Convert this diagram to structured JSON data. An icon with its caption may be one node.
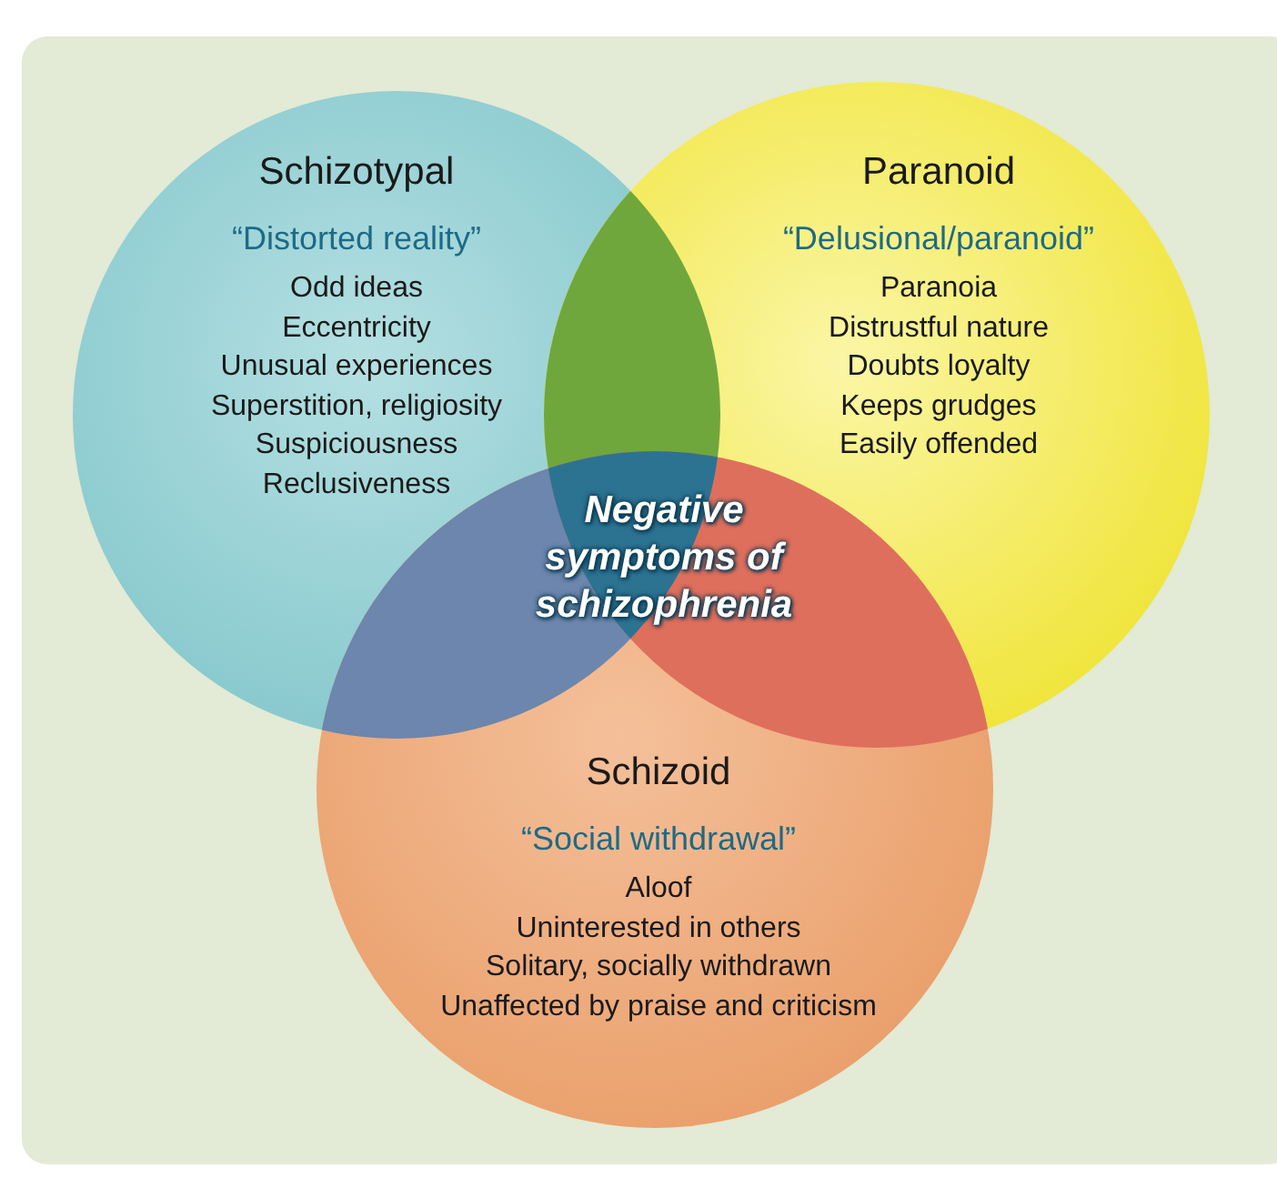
{
  "diagram": {
    "nodes": [
      {
        "text": [
          "Schizotypal",
          "“Distorted reality”",
          "Odd ideas",
          "Eccentricity",
          "Unusual experiences",
          "Superstition, religiosity",
          "Suspiciousness",
          "Reclusiveness"
        ]
      },
      {
        "text": [
          "Paranoid",
          "“Delusional/paranoid”",
          "Paranoia",
          "Distrustful nature",
          "Doubts loyalty",
          "Keeps grudges",
          "Easily offended"
        ]
      },
      {
        "text": [
          "Schizoid",
          "“Social withdrawal”",
          "Aloof",
          "Uninterested in others",
          "Solitary, socially withdrawn",
          "Unaffected by praise and criticism"
        ]
      }
    ],
    "labels": [
      "Negative symptoms of schizophrenia"
    ]
  }
}
